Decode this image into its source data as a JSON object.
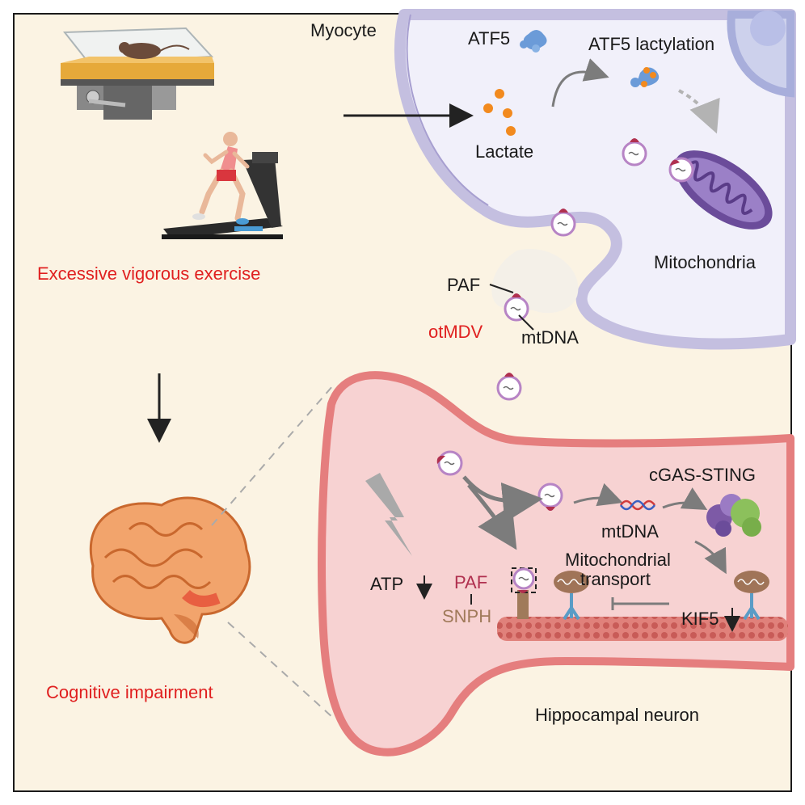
{
  "labels": {
    "myocyte": "Myocyte",
    "atf5": "ATF5",
    "atf5_lactylation": "ATF5 lactylation",
    "lactate": "Lactate",
    "mitochondria": "Mitochondria",
    "paf_top": "PAF",
    "otmdv": "otMDV",
    "mtdna_top": "mtDNA",
    "excessive_exercise": "Excessive vigorous exercise",
    "cognitive_impairment": "Cognitive impairment",
    "cgas_sting": "cGAS-STING",
    "mtdna_neuron": "mtDNA",
    "mito_transport_1": "Mitochondrial",
    "mito_transport_2": "transport",
    "atp": "ATP",
    "paf_neuron": "PAF",
    "snph": "SNPH",
    "kif5": "KIF5",
    "hippocampal_neuron": "Hippocampal neuron"
  },
  "colors": {
    "background": "#fbf3e3",
    "myocyte_fill": "#f1f0fa",
    "myocyte_membrane": "#c4bfe0",
    "neuron_fill": "#f7d2d2",
    "neuron_membrane": "#e57e7e",
    "highlight_text": "#e02020",
    "mitochondria": "#6b4c9a",
    "microtubule": "#d9706c",
    "vesicle": "#b784c5",
    "paf_protein": "#b0304f",
    "lactate": "#f28a1e",
    "atf5": "#6b9bd8"
  }
}
